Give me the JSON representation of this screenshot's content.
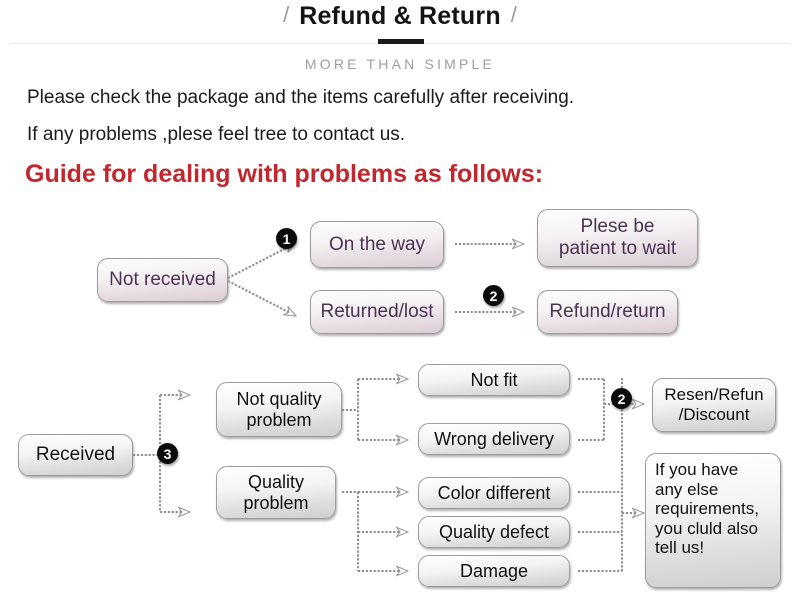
{
  "header": {
    "slash_left": "/",
    "slash_right": "/",
    "title": "Refund & Return",
    "subtitle": "MORE THAN SIMPLE"
  },
  "intro": {
    "line1": "Please check the package and the items carefully after receiving.",
    "line2": "If any problems ,plese feel tree to contact us.",
    "guide": "Guide for dealing with problems as follows:"
  },
  "flow_not_received": {
    "source": "Not received",
    "branches": [
      {
        "label": "On the way",
        "badge": "❶",
        "result": "Plese be\npatient to wait"
      },
      {
        "label": "Returned/lost",
        "badge": "❷",
        "result": "Refund/return"
      }
    ],
    "box_on_the_way": "On the way",
    "box_returned_lost": "Returned/lost",
    "box_please_wait_l1": "Plese be",
    "box_please_wait_l2": "patient to wait",
    "box_refund_return": "Refund/return",
    "badge_1": "1",
    "badge_2": "2"
  },
  "flow_received": {
    "source": "Received",
    "badge_3": "3",
    "badge_2": "2",
    "cat_not_quality_l1": "Not quality",
    "cat_not_quality_l2": "problem",
    "cat_quality_l1": "Quality",
    "cat_quality_l2": "problem",
    "issues": [
      "Not fit",
      "Wrong delivery",
      "Color different",
      "Quality defect",
      "Damage"
    ],
    "issue_not_fit": "Not fit",
    "issue_wrong_delivery": "Wrong delivery",
    "issue_color_different": "Color different",
    "issue_quality_defect": "Quality defect",
    "issue_damage": "Damage",
    "result_resend_l1": "Resen/Refun",
    "result_resend_l2": "/Discount",
    "result_contact_l1": "If you have",
    "result_contact_l2": "any else",
    "result_contact_l3": "requirements,",
    "result_contact_l4": "you cluld also",
    "result_contact_l5": "tell us!"
  },
  "colors": {
    "accent_red": "#c1272d",
    "purple_text": "#4b3352",
    "subtitle_gray": "#9e9e9e",
    "box_border": "#9c9c9c"
  }
}
